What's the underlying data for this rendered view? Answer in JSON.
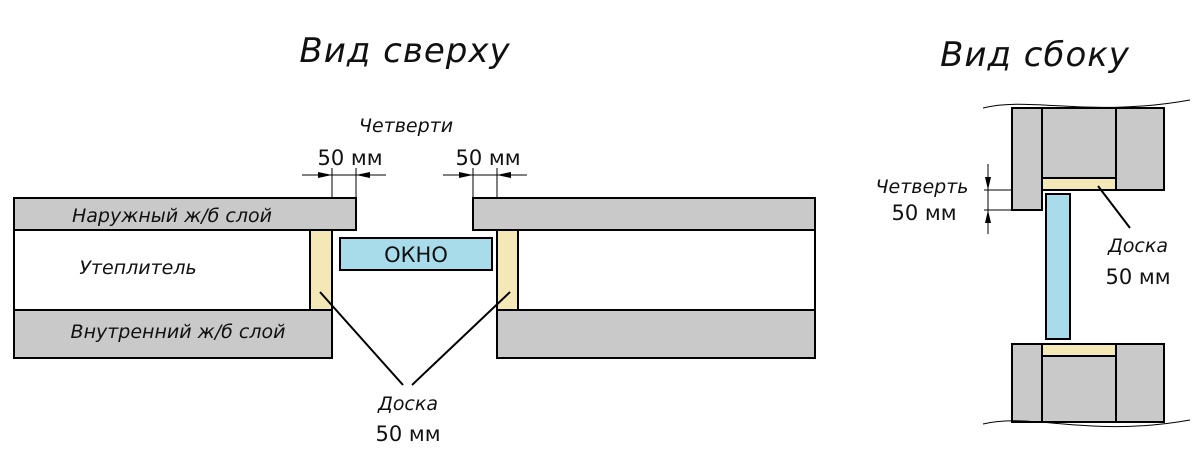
{
  "top_view": {
    "title": "Вид сверху",
    "quarters_label": "Четверти",
    "dim_left": "50 мм",
    "dim_right": "50 мм",
    "outer_layer": "Наружный ж/б слой",
    "insulation": "Утеплитель",
    "inner_layer": "Внутренний ж/б слой",
    "window": "ОКНО",
    "board_label": "Доска",
    "board_size": "50 мм"
  },
  "side_view": {
    "title": "Вид сбоку",
    "quarter_label": "Четверть",
    "quarter_size": "50 мм",
    "board_label": "Доска",
    "board_size": "50 мм"
  },
  "colors": {
    "concrete": "#c9c9c9",
    "board": "#f3e8b6",
    "glass": "#a8dcea"
  }
}
